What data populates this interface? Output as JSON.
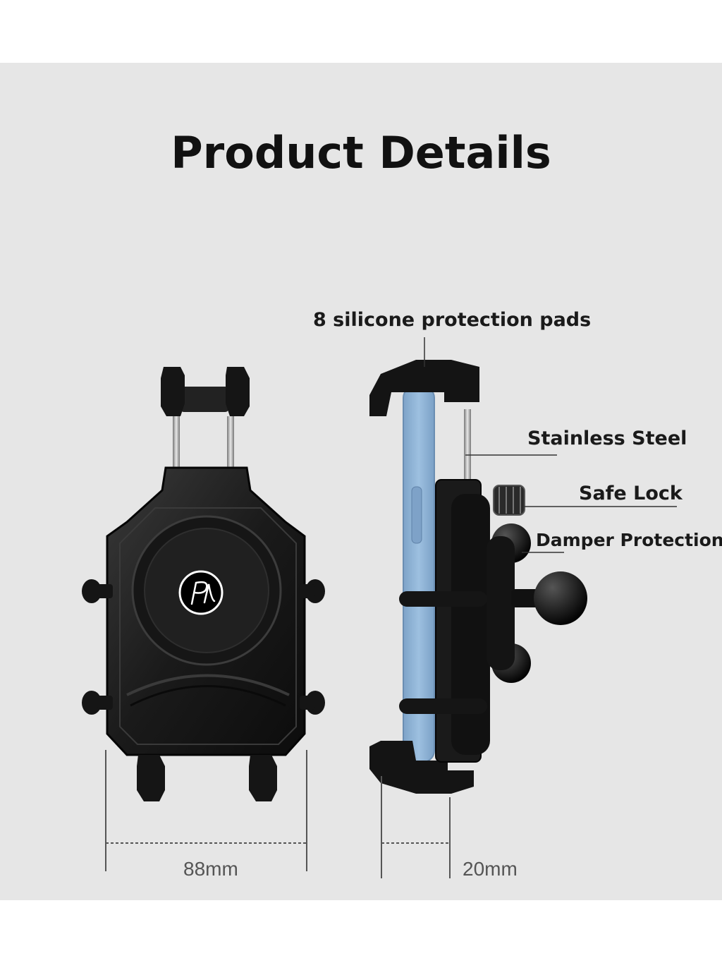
{
  "title": "Product Details",
  "callouts": {
    "pads": "8 silicone protection pads",
    "steel": "Stainless Steel",
    "lock": "Safe Lock",
    "damper": "Damper Protection"
  },
  "dimensions": {
    "width": "88mm",
    "depth": "20mm"
  },
  "colors": {
    "background": "#e6e6e6",
    "holder": "#1c1c1c",
    "phone": "#8fb3d6"
  }
}
